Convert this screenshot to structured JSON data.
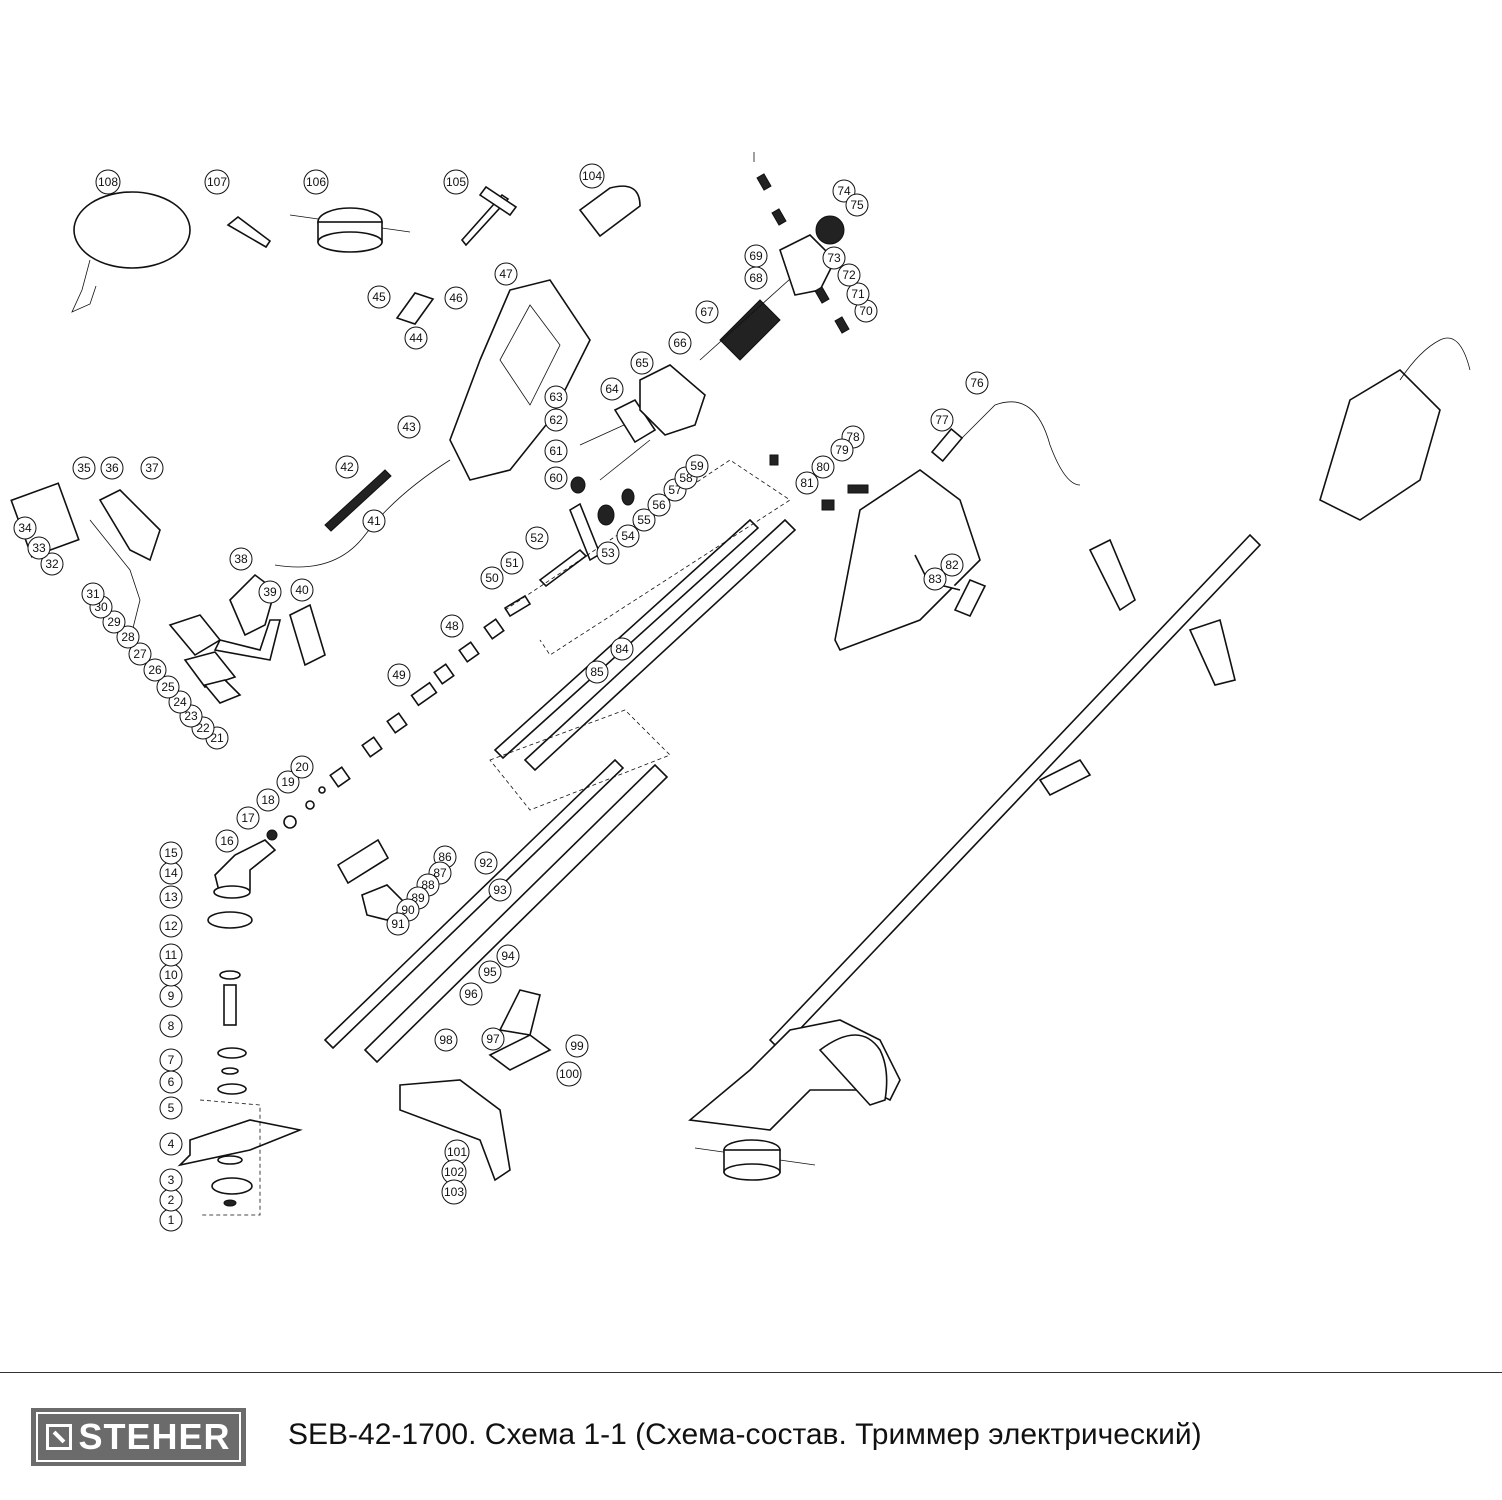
{
  "diagram": {
    "callouts": [
      "1",
      "2",
      "3",
      "4",
      "5",
      "6",
      "7",
      "8",
      "9",
      "10",
      "11",
      "12",
      "13",
      "14",
      "15",
      "16",
      "17",
      "18",
      "19",
      "20",
      "21",
      "22",
      "23",
      "24",
      "25",
      "26",
      "27",
      "28",
      "29",
      "30",
      "31",
      "32",
      "33",
      "34",
      "35",
      "36",
      "37",
      "38",
      "39",
      "40",
      "41",
      "42",
      "43",
      "44",
      "45",
      "46",
      "47",
      "48",
      "49",
      "50",
      "51",
      "52",
      "53",
      "54",
      "55",
      "56",
      "57",
      "58",
      "59",
      "60",
      "61",
      "62",
      "63",
      "64",
      "65",
      "66",
      "67",
      "68",
      "69",
      "70",
      "71",
      "72",
      "73",
      "74",
      "75",
      "76",
      "77",
      "78",
      "79",
      "80",
      "81",
      "82",
      "83",
      "84",
      "85",
      "86",
      "87",
      "88",
      "89",
      "90",
      "91",
      "92",
      "93",
      "94",
      "95",
      "96",
      "97",
      "98",
      "99",
      "100",
      "101",
      "102",
      "103",
      "104",
      "105",
      "106",
      "107",
      "108"
    ]
  },
  "footer": {
    "brand": "STEHER",
    "model": "SEB-42-1700.",
    "caption": " Схема 1-1 (Схема-состав. Триммер электрический)"
  }
}
